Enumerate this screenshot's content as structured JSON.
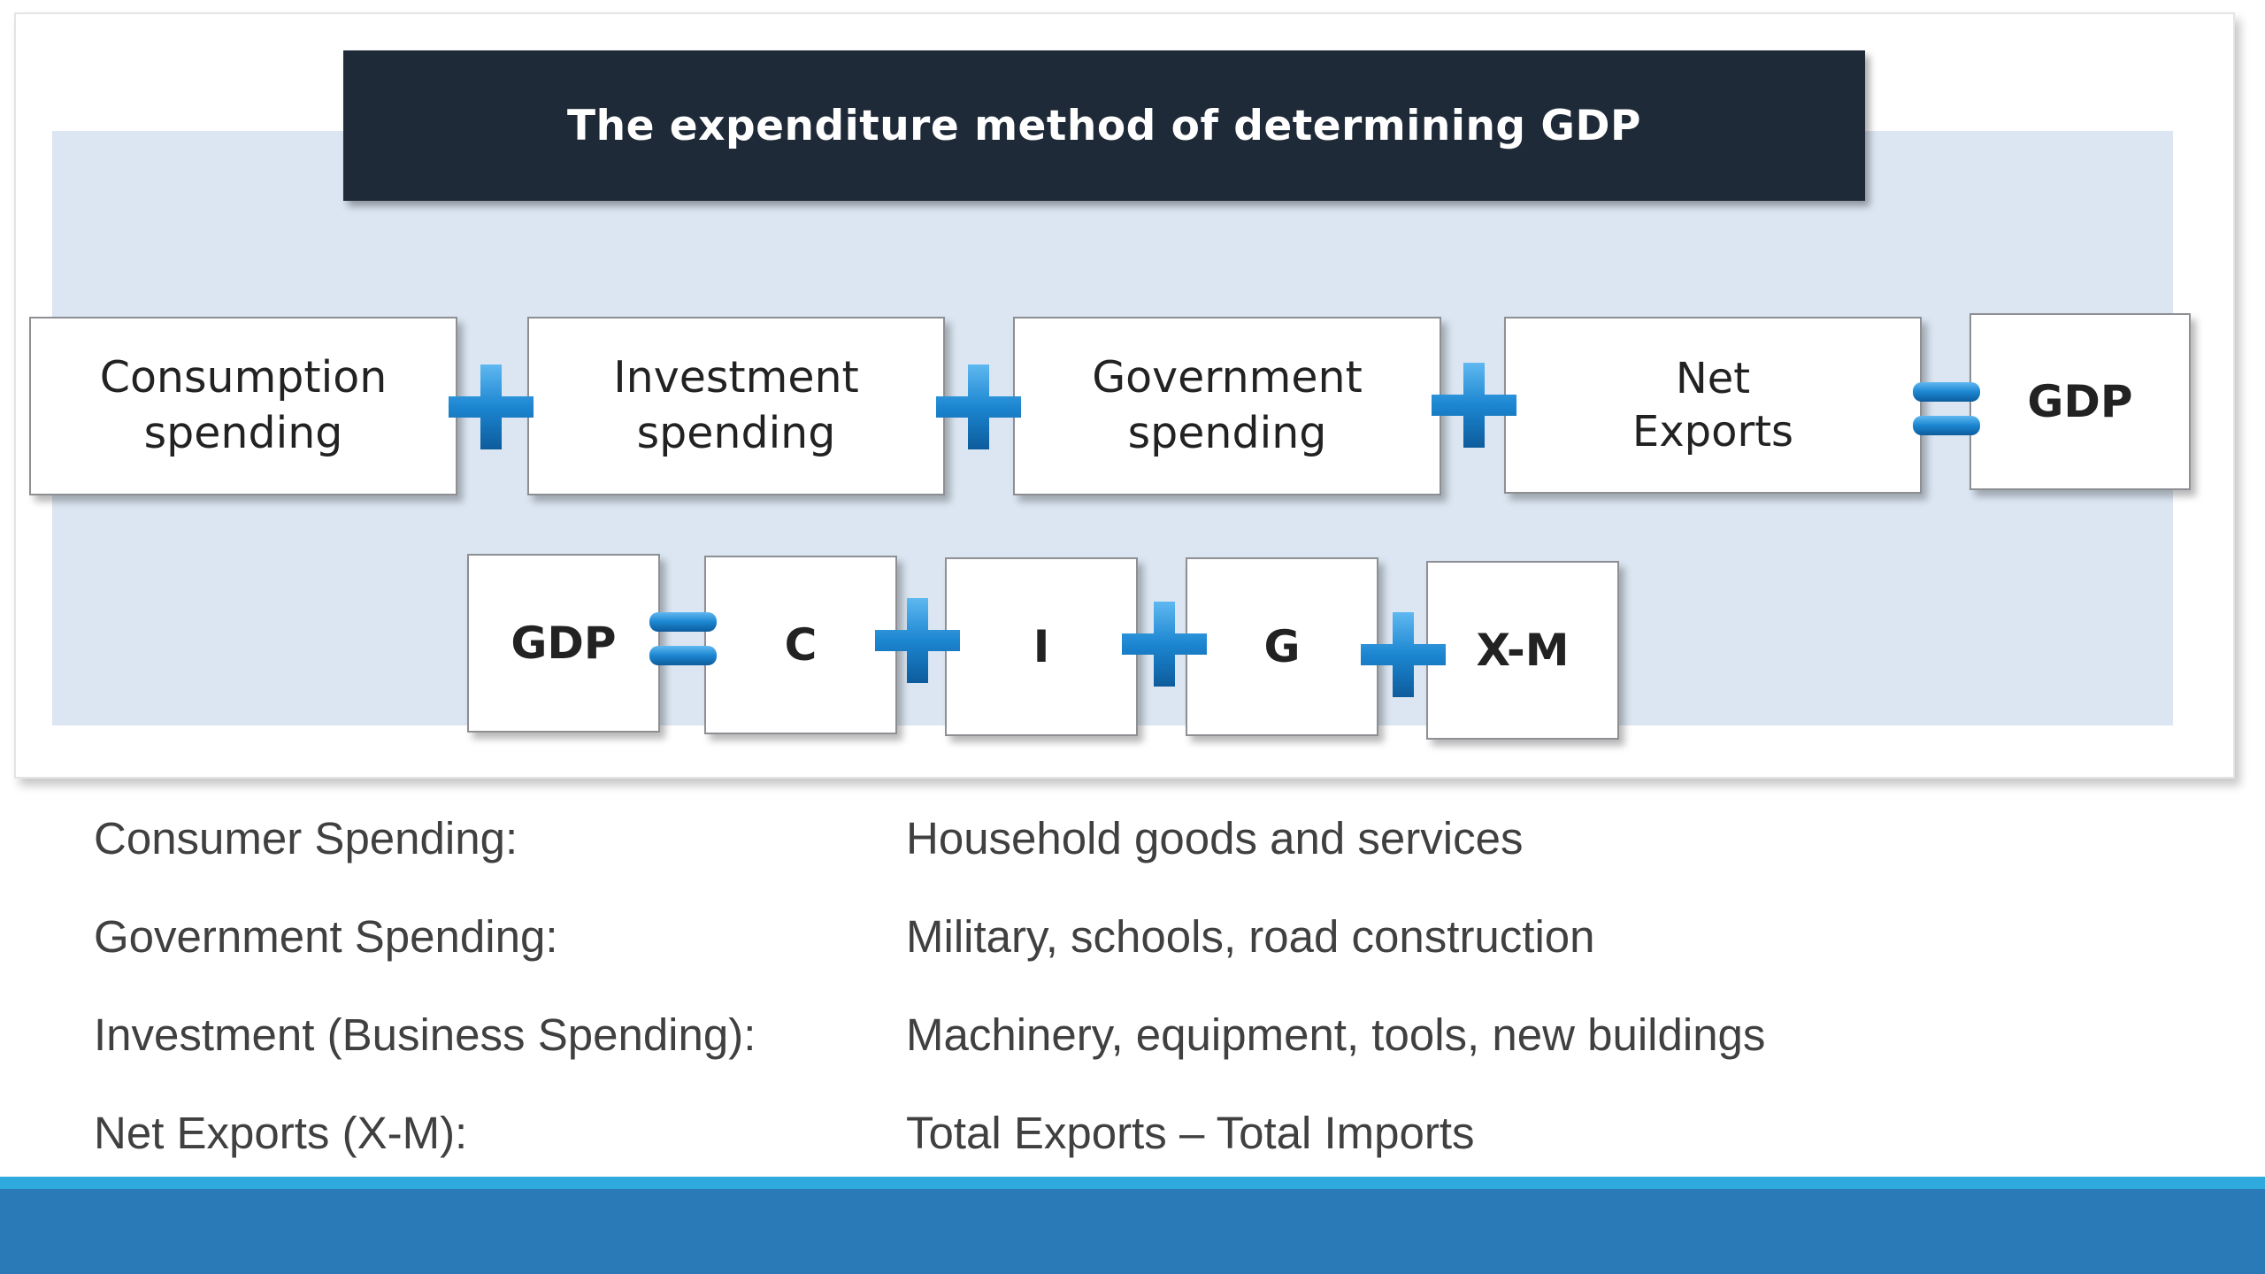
{
  "title": "The expenditure method of determining GDP",
  "row1": [
    {
      "label": "Consumption\nspending"
    },
    {
      "label": "Investment\nspending"
    },
    {
      "label": "Government\nspending"
    },
    {
      "label": "Net\nExports"
    },
    {
      "label": "GDP"
    }
  ],
  "row2": [
    {
      "label": "GDP"
    },
    {
      "label": "C"
    },
    {
      "label": "I"
    },
    {
      "label": "G"
    },
    {
      "label": "X-M"
    }
  ],
  "legend": [
    {
      "label": "Consumer Spending:",
      "desc": "Household goods and services"
    },
    {
      "label": "Government Spending:",
      "desc": "Military, schools, road construction"
    },
    {
      "label": "Investment (Business Spending):",
      "desc": "Machinery, equipment, tools, new buildings"
    },
    {
      "label": "Net Exports (X-M):",
      "desc": "Total Exports – Total Imports"
    }
  ],
  "colors": {
    "title_bg": "#1f2a38",
    "panel_bg": "#dbe6f2",
    "operator_blue": "#1c86d1",
    "footer_blue": "#2a7ab8",
    "footer_stripe": "#2eaadf"
  },
  "icons": [
    "plus-icon",
    "equals-icon"
  ]
}
